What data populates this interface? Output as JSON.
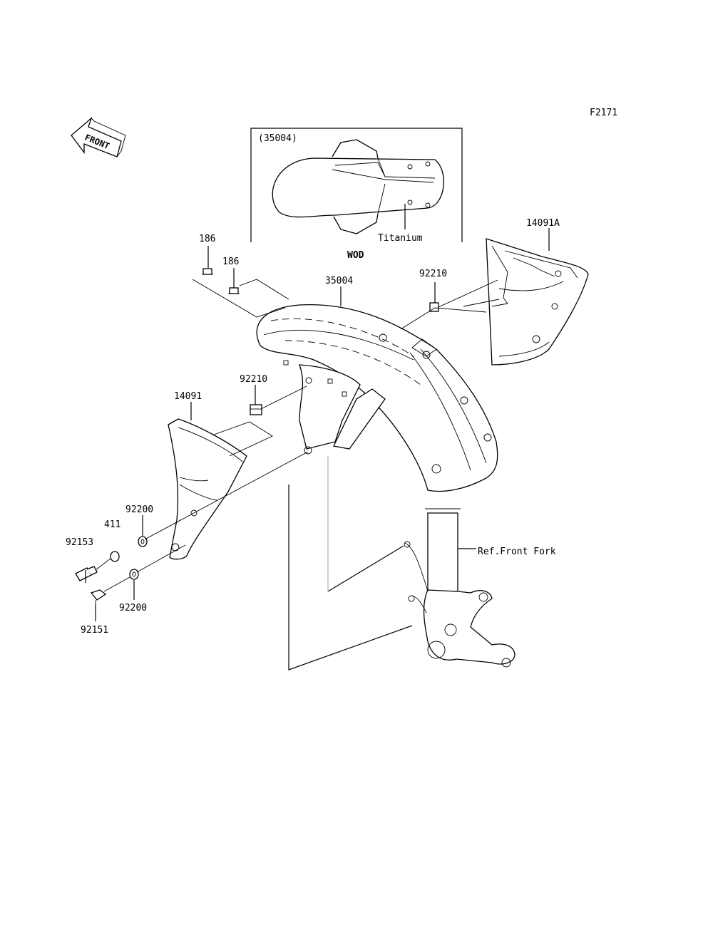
{
  "figure_code": "F2171",
  "front_arrow": {
    "text": "FRONT",
    "icon": "front-direction-arrow-icon"
  },
  "inset": {
    "part_ref": "(35004)",
    "material_label": "Titanium",
    "model_label": "WOD"
  },
  "reference": {
    "front_fork": "Ref.Front Fork"
  },
  "parts": {
    "p186_a": "186",
    "p186_b": "186",
    "p35004": "35004",
    "p92210_right": "92210",
    "p14091A": "14091A",
    "p92210_left": "92210",
    "p14091": "14091",
    "p92200_top": "92200",
    "p411": "411",
    "p92153": "92153",
    "p92200_bottom": "92200",
    "p92151": "92151"
  }
}
